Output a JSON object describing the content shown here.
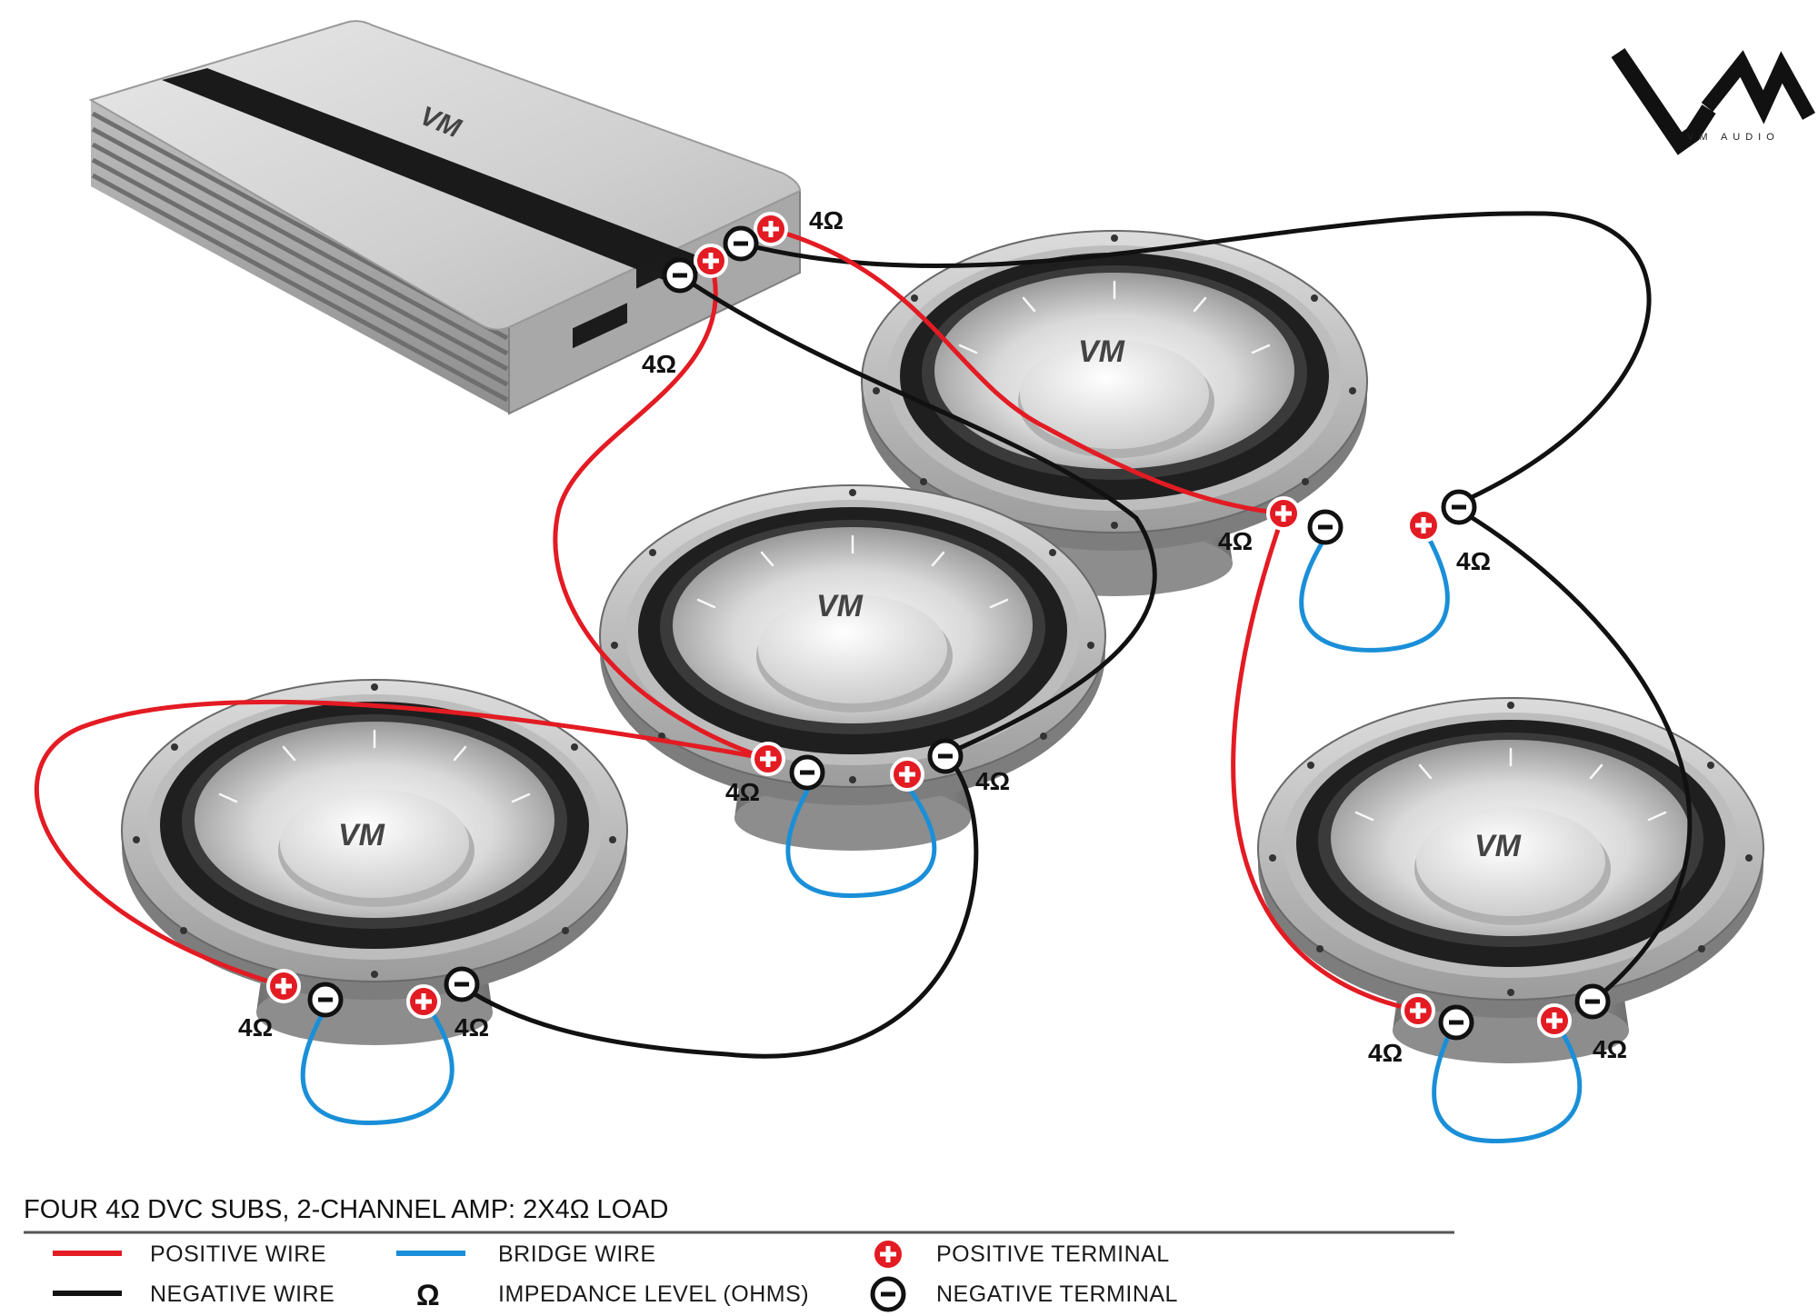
{
  "brand": {
    "logo_text": "VM",
    "subtitle": "VM AUDIO"
  },
  "caption": "FOUR 4Ω DVC SUBS, 2-CHANNEL AMP: 2X4Ω LOAD",
  "impedance_label": "4Ω",
  "speaker_logo": "VM",
  "legend": {
    "positive_wire": "POSITIVE WIRE",
    "negative_wire": "NEGATIVE WIRE",
    "bridge_wire": "BRIDGE WIRE",
    "impedance_symbol": "Ω",
    "impedance_level": "IMPEDANCE LEVEL (OHMS)",
    "positive_terminal": "POSITIVE TERMINAL",
    "negative_terminal": "NEGATIVE TERMINAL"
  },
  "colors": {
    "positive": "#e31b23",
    "negative": "#111111",
    "bridge": "#1a8fd8"
  }
}
